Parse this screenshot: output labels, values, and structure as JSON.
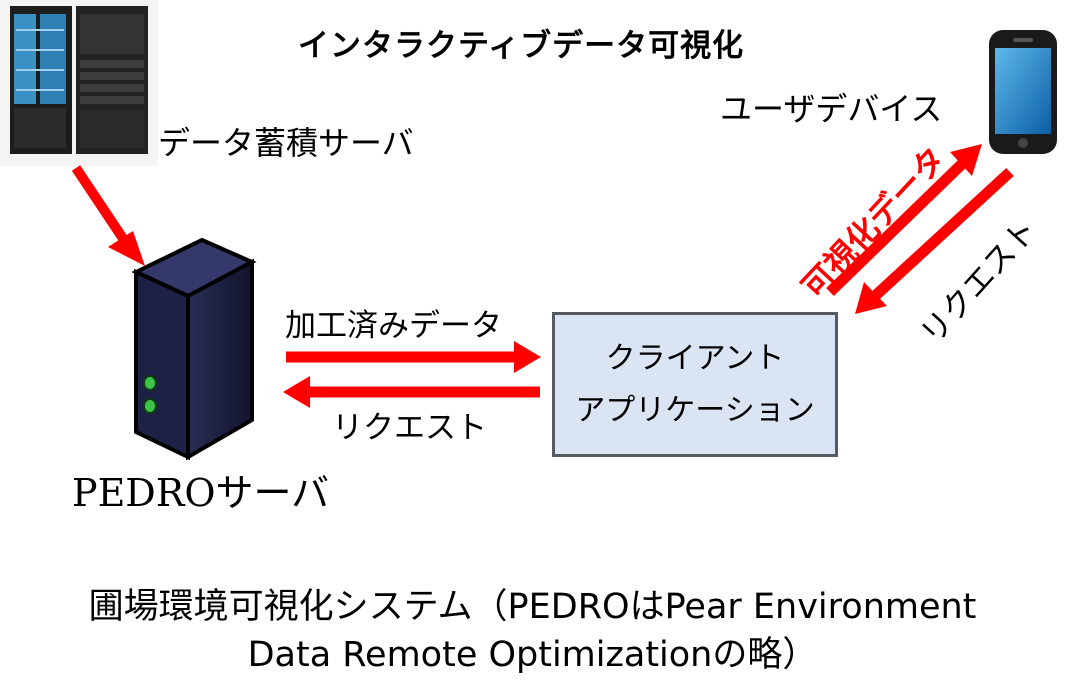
{
  "title": "インタラクティブデータ可視化",
  "nodes": {
    "storage_server": "データ蓄積サーバ",
    "user_device": "ユーザデバイス",
    "pedro_server": "PEDROサーバ",
    "client_app_line1": "クライアント",
    "client_app_line2": "アプリケーション"
  },
  "edges": {
    "processed_data": "加工済みデータ",
    "request_to_server": "リクエスト",
    "visualization_data": "可視化データ",
    "request_from_device": "リクエスト"
  },
  "caption": {
    "line1": "圃場環境可視化システム（PEDROはPear Environment",
    "line2": "Data Remote Optimizationの略）"
  },
  "colors": {
    "arrow": "#ff0000",
    "box_fill": "#dbe4f3",
    "box_border": "#555a63"
  }
}
